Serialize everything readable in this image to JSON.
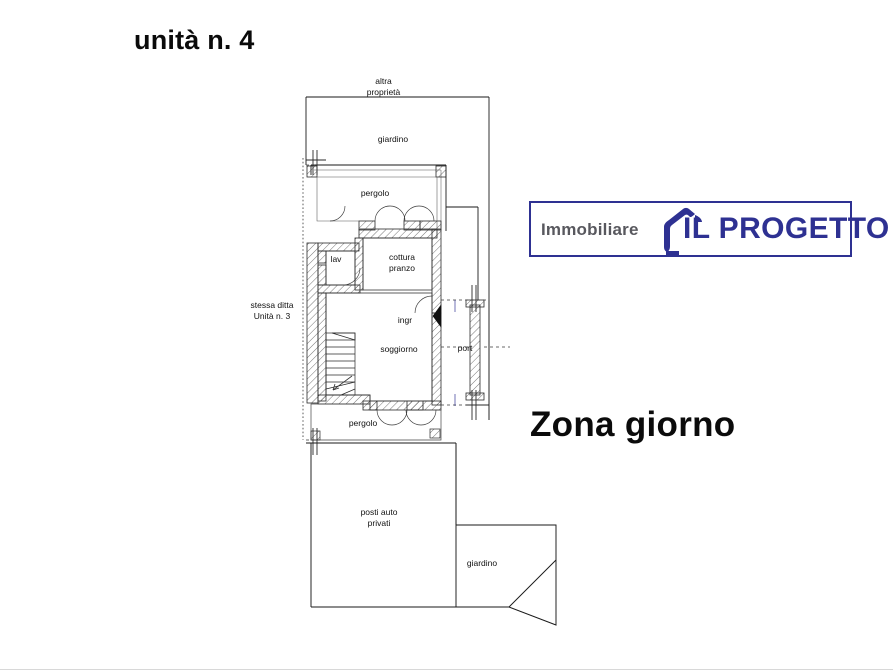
{
  "page": {
    "unit_title": "unità n. 4",
    "zone_caption": "Zona giorno",
    "background_color": "#ffffff"
  },
  "logo": {
    "company_word": "Immobiliare",
    "brand_name": "IL PROGETTO",
    "border_color": "#2e3192",
    "brand_color": "#2e3192",
    "company_word_color": "#58585e",
    "mark_icon": "house-arch-icon"
  },
  "plan": {
    "title": "unità n. 4",
    "line_color": "#1a1a1a",
    "labels": {
      "altra_proprieta": "altra\nproprietà",
      "altra_proprieta_line1": "altra",
      "altra_proprieta_line2": "proprietà",
      "giardino_top": "giardino",
      "pergolo_top": "pergolo",
      "lav": "lav",
      "cottura_line1": "cottura",
      "cottura_line2": "pranzo",
      "ingr": "ingr",
      "soggiorno": "soggiorno",
      "port": "port",
      "pergolo_bottom": "pergolo",
      "posti_auto_line1": "posti auto",
      "posti_auto_line2": "privati",
      "giardino_bottom": "giardino",
      "stessa_ditta_line1": "stessa ditta",
      "stessa_ditta_line2": "Unità n. 3"
    }
  }
}
